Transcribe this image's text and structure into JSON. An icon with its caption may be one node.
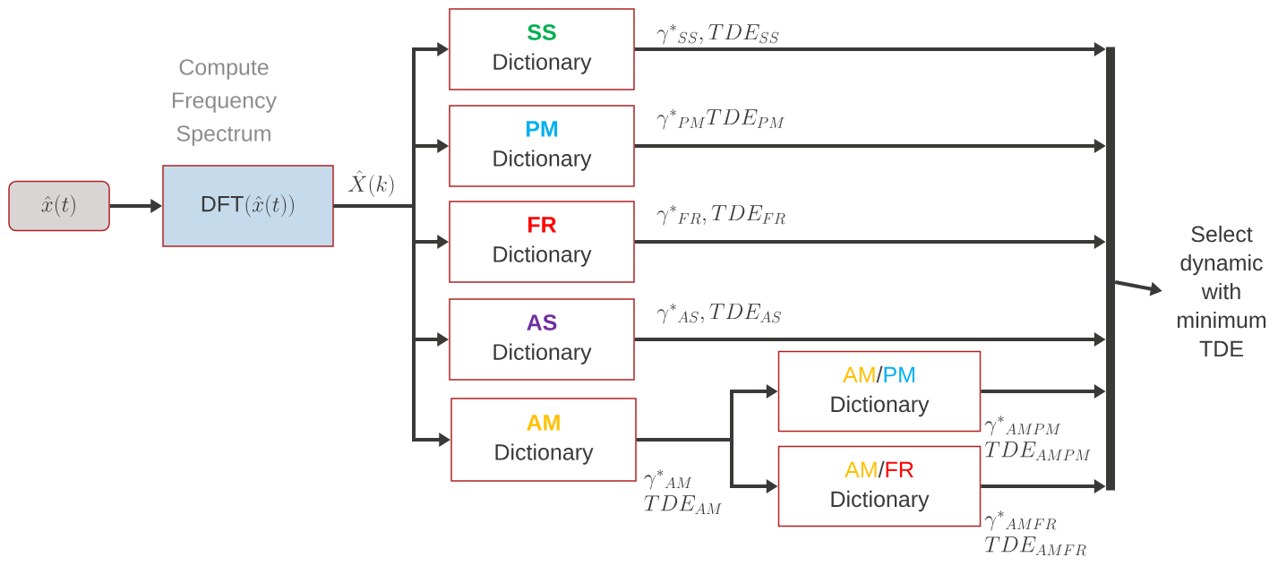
{
  "diagram": {
    "nodes": [
      {
        "text": [
          "\\hat{x}(t)"
        ]
      },
      {
        "text": [
          "Compute Frequency Spectrum",
          "\\text{DFT}(\\hat{x}(t))"
        ]
      },
      {
        "text": [
          "SS",
          "Dictionary"
        ]
      },
      {
        "text": [
          "PM",
          "Dictionary"
        ]
      },
      {
        "text": [
          "FR",
          "Dictionary"
        ]
      },
      {
        "text": [
          "AS",
          "Dictionary"
        ]
      },
      {
        "text": [
          "AM",
          "Dictionary"
        ]
      },
      {
        "text": [
          "AM",
          "/",
          "PM",
          "Dictionary"
        ]
      },
      {
        "text": [
          "AM",
          "/",
          "FR",
          "Dictionary"
        ]
      },
      {
        "text": [],
        "shape": "bar"
      },
      {
        "text": [
          "Select dynamic with minimum TDE"
        ]
      }
    ],
    "edges": [
      {
        "from": 0,
        "to": 1,
        "arrow": "to"
      },
      {
        "from": 1,
        "to": 2,
        "arrow": "to",
        "label": "\\hat{X}(k)"
      },
      {
        "from": 1,
        "to": 3,
        "arrow": "to"
      },
      {
        "from": 1,
        "to": 4,
        "arrow": "to"
      },
      {
        "from": 1,
        "to": 5,
        "arrow": "to"
      },
      {
        "from": 1,
        "to": 6,
        "arrow": "to"
      },
      {
        "from": 2,
        "to": 9,
        "arrow": "to",
        "label": "\\gamma^{*}{}_{SS}, TDE_{SS}"
      },
      {
        "from": 3,
        "to": 9,
        "arrow": "to",
        "label": "\\gamma^{*}{}_{PM}TDE_{PM}"
      },
      {
        "from": 4,
        "to": 9,
        "arrow": "to",
        "label": "\\gamma^{*}{}_{FR}, TDE_{FR}"
      },
      {
        "from": 5,
        "to": 9,
        "arrow": "to",
        "label": "\\gamma^{*}{}_{AS}, TDE_{AS}"
      },
      {
        "from": 6,
        "to": 7,
        "arrow": "to"
      },
      {
        "from": 6,
        "to": 8,
        "arrow": "to",
        "label": "\\begin{array}{@{}l@{}}\\gamma^{*}{}_{AM}\\\\ TDE_{AM}\\end{array}"
      },
      {
        "from": 7,
        "to": 9,
        "arrow": "to",
        "label": "\\begin{array}{@{}l@{}}\\gamma^{*}{}_{AMPM}\\\\ TDE_{AMPM}\\end{array}"
      },
      {
        "from": 8,
        "to": 9,
        "arrow": "to",
        "label": "\\begin{array}{@{}l@{}}\\gamma^{*}{}_{AMFR}\\\\ TDE_{AMFR}\\end{array}"
      },
      {
        "from": 9,
        "to": 10,
        "arrow": "to"
      }
    ]
  }
}
